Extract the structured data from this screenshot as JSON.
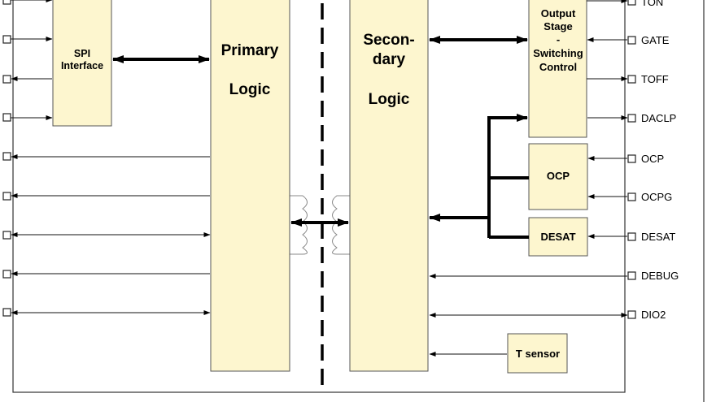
{
  "blocks": {
    "spi": {
      "line1": "SPI",
      "line2": "Interface"
    },
    "primary": {
      "line1": "Primary",
      "line2": "Logic"
    },
    "secondary": {
      "line1": "Secon-",
      "line2": "dary",
      "line3": "Logic"
    },
    "output_stage": {
      "line1": "Output",
      "line2": "Stage",
      "line3": "-",
      "line4": "Switching",
      "line5": "Control"
    },
    "ocp": {
      "label": "OCP"
    },
    "desat": {
      "label": "DESAT"
    },
    "tsensor": {
      "label": "T sensor"
    }
  },
  "pins_right": [
    "TON",
    "GATE",
    "TOFF",
    "DACLP",
    "OCP",
    "OCPG",
    "DESAT",
    "DEBUG",
    "DIO2"
  ],
  "colors": {
    "block_fill": "#fdf6cf",
    "line": "#000000"
  }
}
